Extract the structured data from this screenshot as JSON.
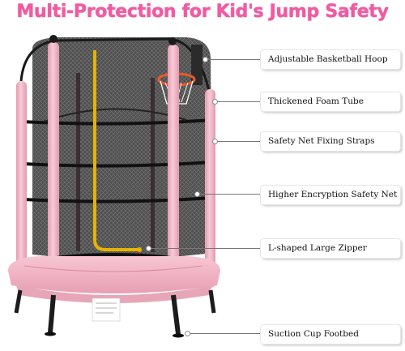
{
  "title": "Multi-Protection for Kid's Jump Safety",
  "colors": {
    "title": "#f25aa3",
    "pole_pink": "#f3b6c6",
    "pad_pink": "#f4b8c8",
    "net": "#2a2a2a",
    "zipper": "#e6b400",
    "hoop_rim": "#e65b2a"
  },
  "features": [
    {
      "label": "Adjustable Basketball Hoop"
    },
    {
      "label": "Thickened Foam Tube"
    },
    {
      "label": "Safety Net Fixing Straps"
    },
    {
      "label": "Higher Encryption Safety Net"
    },
    {
      "label": "L-shaped Large Zipper"
    },
    {
      "label": "Suction Cup Footbed"
    }
  ]
}
